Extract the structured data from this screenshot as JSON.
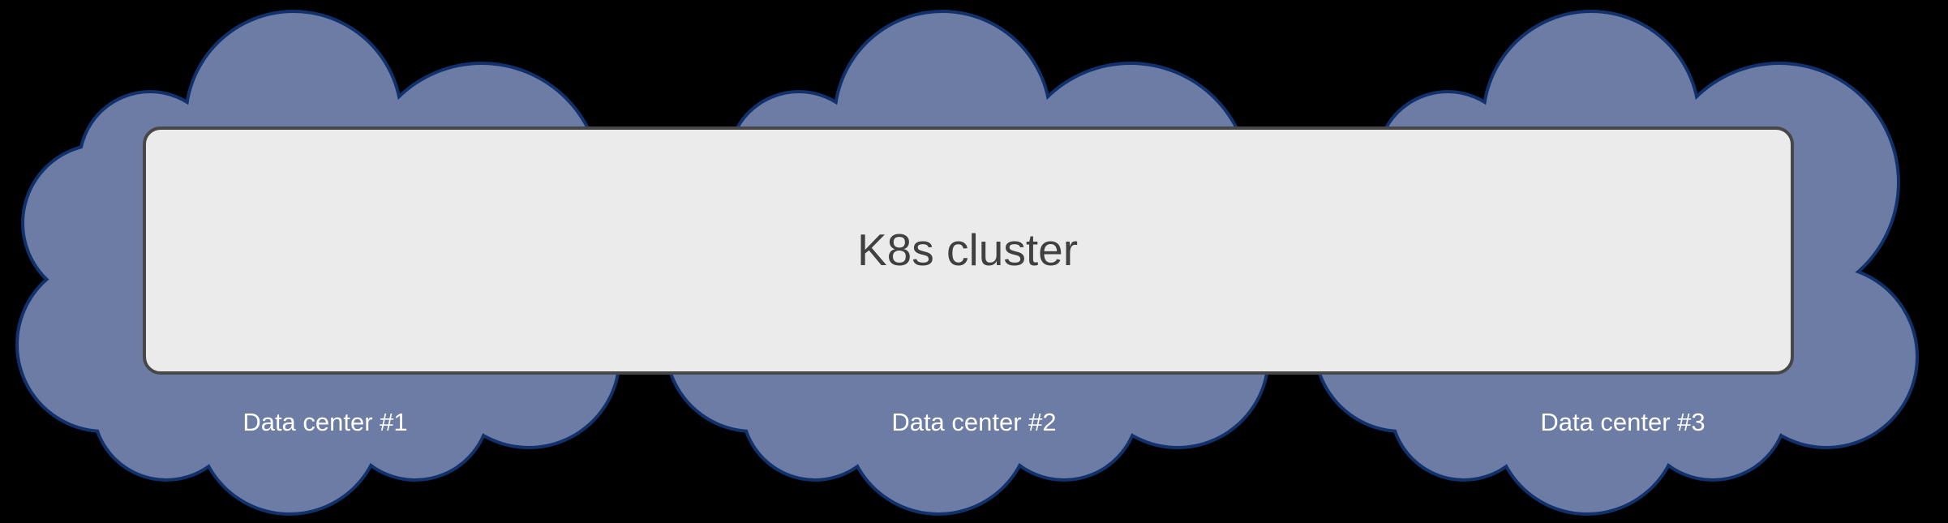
{
  "diagram": {
    "cluster_box": {
      "title": "K8s cluster"
    },
    "datacenters": [
      {
        "label": "Data center #1"
      },
      {
        "label": "Data center #2"
      },
      {
        "label": "Data center #3"
      }
    ]
  },
  "colors": {
    "background": "#000000",
    "cloud-fill": "#6C7CA5",
    "cloud-border": "#10316B",
    "box-fill": "#EBEBEB",
    "box-border": "#474747",
    "title-color": "#404040",
    "label-color": "#FFFFFF"
  }
}
